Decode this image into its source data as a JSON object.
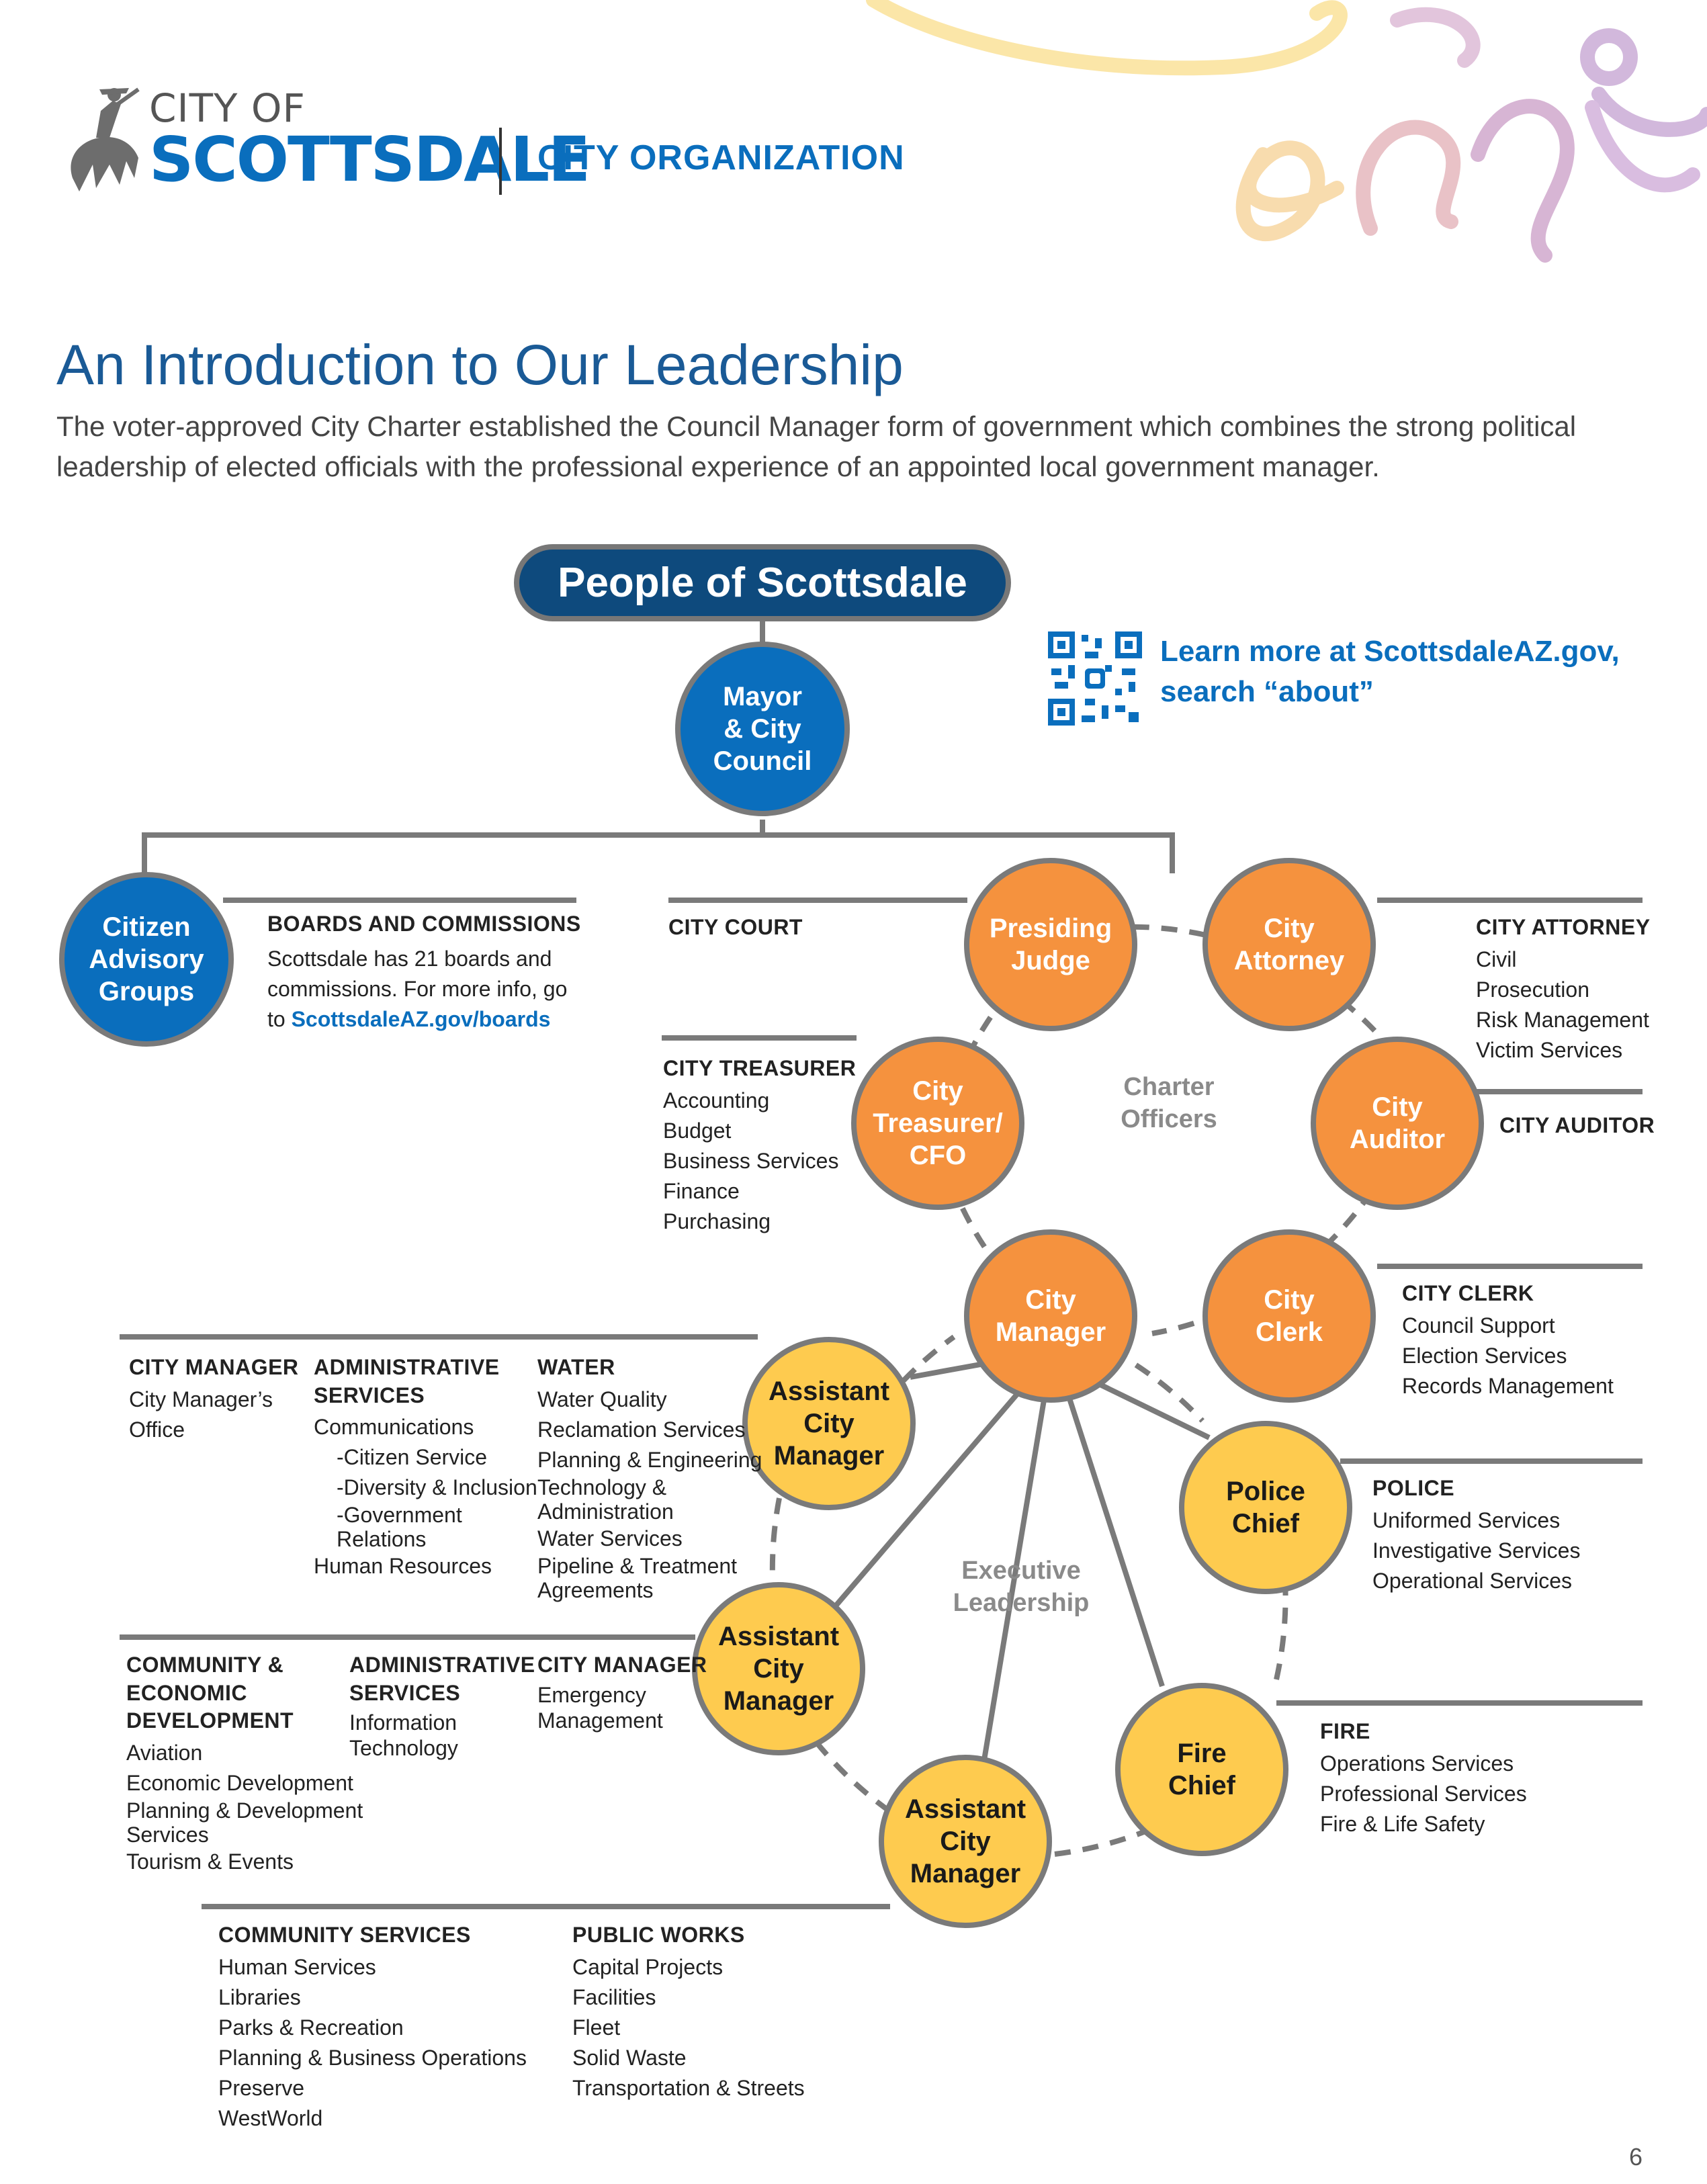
{
  "header": {
    "logo_city": "CITY OF",
    "logo_name": "SCOTTSDALE",
    "section": "CITY ORGANIZATION"
  },
  "intro": {
    "title": "An Introduction to Our Leadership",
    "body": "The voter-approved City Charter established the Council Manager form of government which combines the strong political leadership of elected officials with the professional experience of an appointed local government manager."
  },
  "top": {
    "label": "People of Scottsdale"
  },
  "learn_more": {
    "line1": "Learn more at ScottsdaleAZ.gov,",
    "line2": "search “about”"
  },
  "nodes": {
    "mayor": "Mayor\n& City\nCouncil",
    "citizen": "Citizen\nAdvisory\nGroups",
    "judge": "Presiding\nJudge",
    "attorney": "City\nAttorney",
    "treasurer": "City\nTreasurer/\nCFO",
    "auditor": "City\nAuditor",
    "manager": "City\nManager",
    "clerk": "City\nClerk",
    "acm1": "Assistant\nCity\nManager",
    "acm2": "Assistant\nCity\nManager",
    "acm3": "Assistant\nCity\nManager",
    "police": "Police\nChief",
    "fire": "Fire\nChief"
  },
  "group_labels": {
    "charter": "Charter\nOfficers",
    "executive": "Executive\nLeadership"
  },
  "boards": {
    "heading": "BOARDS AND COMMISSIONS",
    "text": "Scottsdale has 21 boards and commissions. For more info, go to ",
    "link": "ScottsdaleAZ.gov/boards"
  },
  "depts": {
    "city_court": {
      "heading": "CITY COURT"
    },
    "city_attorney": {
      "heading": "CITY ATTORNEY",
      "items": [
        "Civil",
        "Prosecution",
        "Risk Management",
        "Victim Services"
      ]
    },
    "city_treasurer": {
      "heading": "CITY TREASURER",
      "items": [
        "Accounting",
        "Budget",
        "Business Services",
        "Finance",
        "Purchasing"
      ]
    },
    "city_auditor": {
      "heading": "CITY AUDITOR"
    },
    "city_clerk": {
      "heading": "CITY CLERK",
      "items": [
        "Council Support",
        "Election Services",
        "Records Management"
      ]
    },
    "cm_office": {
      "heading": "CITY MANAGER",
      "items": [
        "City Manager’s\n   Office"
      ]
    },
    "admin1": {
      "heading": "ADMINISTRATIVE\nSERVICES",
      "items": [
        "Communications"
      ],
      "subs": [
        "-Citizen Service",
        "-Diversity & Inclusion",
        "-Government\n   Relations"
      ],
      "items2": [
        "Human Resources"
      ]
    },
    "water": {
      "heading": "WATER",
      "items": [
        "Water Quality",
        "Reclamation Services",
        "Planning & Engineering",
        "Technology &\n   Administration",
        "Water Services",
        "Pipeline & Treatment\n   Agreements"
      ]
    },
    "police": {
      "heading": "POLICE",
      "items": [
        "Uniformed Services",
        "Investigative Services",
        "Operational Services"
      ]
    },
    "ced": {
      "heading": "COMMUNITY &\nECONOMIC\nDEVELOPMENT",
      "items": [
        "Aviation",
        "Economic Development",
        "Planning & Development\n   Services",
        "Tourism & Events"
      ]
    },
    "admin2": {
      "heading": "ADMINISTRATIVE\nSERVICES",
      "items": [
        "Information\nTechnology"
      ]
    },
    "cm_em": {
      "heading": "CITY MANAGER",
      "items": [
        "Emergency\nManagement"
      ]
    },
    "fire": {
      "heading": "FIRE",
      "items": [
        "Operations Services",
        "Professional Services",
        "Fire & Life Safety"
      ]
    },
    "community": {
      "heading": "COMMUNITY SERVICES",
      "items": [
        "Human Services",
        "Libraries",
        "Parks & Recreation",
        "Planning & Business Operations",
        "Preserve",
        "WestWorld"
      ]
    },
    "public_works": {
      "heading": "PUBLIC WORKS",
      "items": [
        "Capital Projects",
        "Facilities",
        "Fleet",
        "Solid Waste",
        "Transportation & Streets"
      ]
    }
  },
  "page_number": "6",
  "colors": {
    "blue": "#0a6ebd",
    "navy": "#0e4a7d",
    "orange": "#f5923e",
    "yellow": "#fecb4f",
    "line": "#7a7a7a"
  }
}
